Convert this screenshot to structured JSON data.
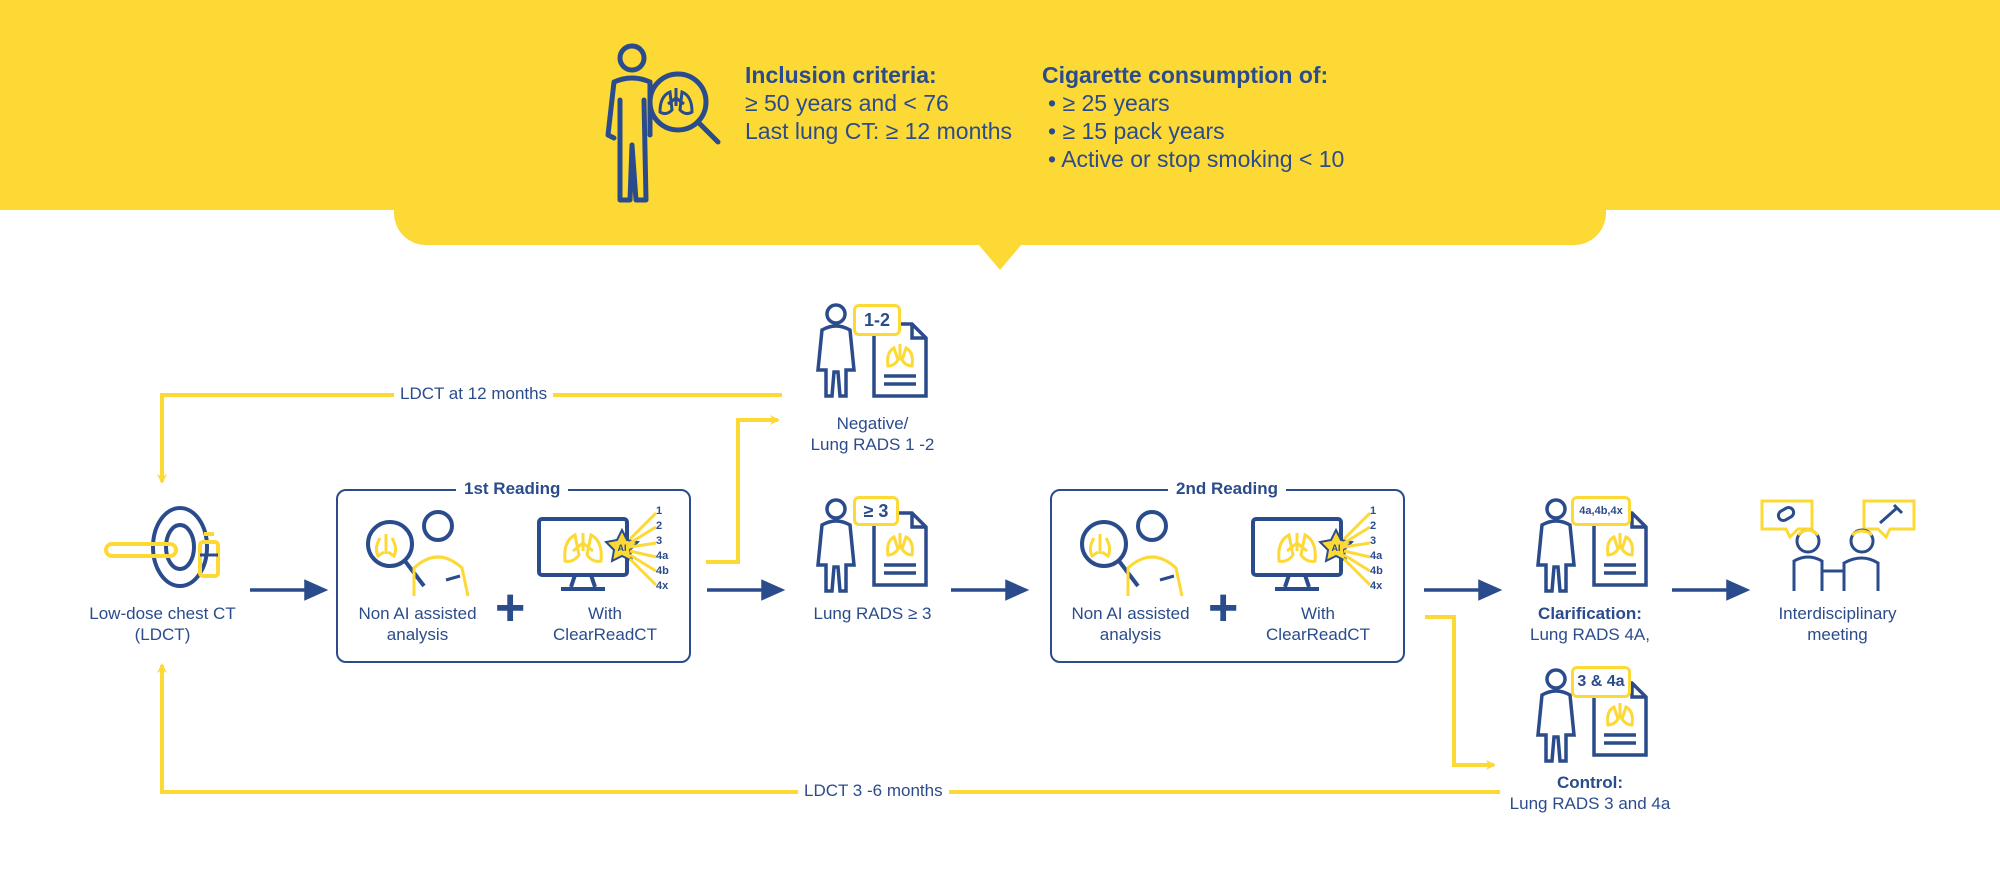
{
  "inclusion": {
    "title": "Inclusion criteria:",
    "line1": "≥ 50 years and < 76",
    "line2": "Last lung CT: ≥ 12 months"
  },
  "cigarette": {
    "title": "Cigarette consumption of:",
    "items": [
      "≥ 25 years",
      "≥ 15 pack years",
      "Active or stop smoking < 10"
    ]
  },
  "ldct": {
    "line1": "Low-dose chest CT",
    "line2": "(LDCT)"
  },
  "first_reading": {
    "title": "1st Reading",
    "left_line1": "Non AI assisted",
    "left_line2": "analysis",
    "right_line1": "With",
    "right_line2": "ClearReadCT"
  },
  "second_reading": {
    "title": "2nd Reading",
    "left_line1": "Non AI assisted",
    "left_line2": "analysis",
    "right_line1": "With",
    "right_line2": "ClearReadCT"
  },
  "ai_scale": [
    "1",
    "2",
    "3",
    "4a",
    "4b",
    "4x"
  ],
  "ai_badge": "AI",
  "plus_sign": "+",
  "negative": {
    "bubble": "1-2",
    "line1": "Negative/",
    "line2": "Lung RADS 1 -2"
  },
  "rads3": {
    "bubble": "≥ 3",
    "line1": "Lung RADS ≥ 3"
  },
  "clarification": {
    "bubble": "4a,4b,4x",
    "title": "Clarification:",
    "line2": "Lung RADS 4A,"
  },
  "control": {
    "bubble": "3 & 4a",
    "title": "Control:",
    "line2": "Lung RADS 3 and 4a"
  },
  "interdisciplinary": {
    "line1": "Interdisciplinary",
    "line2": "meeting"
  },
  "arrows": {
    "top_label": "LDCT at 12 months",
    "bottom_label": "LDCT 3 -6 months"
  },
  "colors": {
    "yellow": "#fdd935",
    "blue": "#2b4c8c",
    "white": "#ffffff"
  }
}
